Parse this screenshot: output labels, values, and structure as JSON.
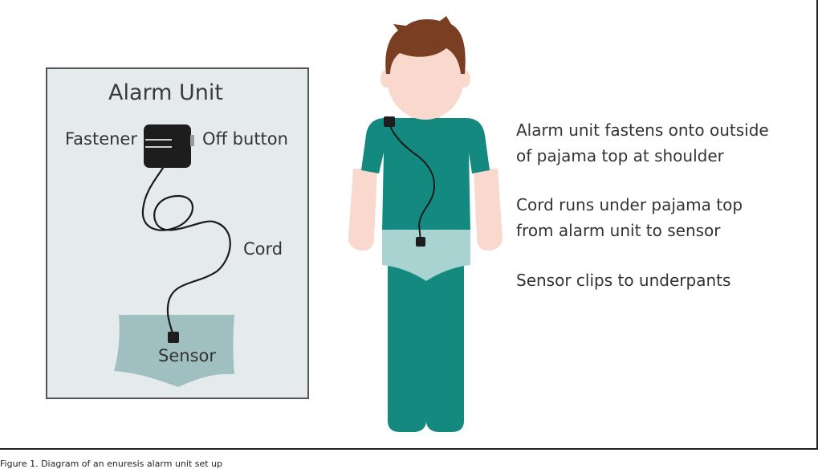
{
  "colors": {
    "teal": "#14897f",
    "underpants": "#a9d3d1",
    "skin": "#f9d9cd",
    "hair": "#7a3f23",
    "panel": "#e5ebec",
    "panel_underpants": "#9fbfc1",
    "device": "#1d1d1d",
    "cord": "#1a1a1a"
  },
  "alarm_unit_panel": {
    "title": "Alarm Unit",
    "fastener_label": "Fastener",
    "off_button_label": "Off button",
    "cord_label": "Cord",
    "sensor_label": "Sensor"
  },
  "descriptions": [
    {
      "line1": "Alarm unit fastens onto outside",
      "line2": "of pajama top at shoulder"
    },
    {
      "line1": "Cord runs under pajama top",
      "line2": "from alarm unit to sensor"
    },
    {
      "line1": "Sensor clips to underpants",
      "line2": ""
    }
  ],
  "caption": "Figure 1. Diagram of an enuresis alarm unit set up"
}
